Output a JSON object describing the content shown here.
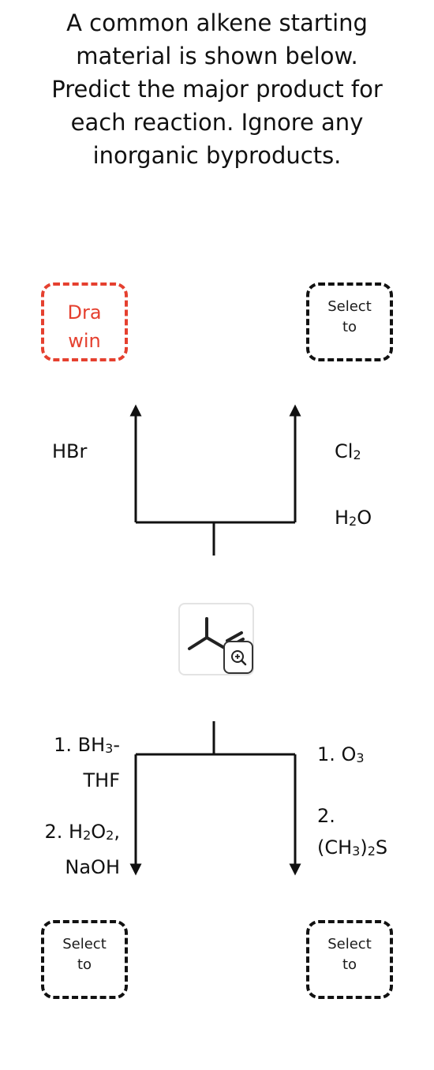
{
  "prompt": {
    "line1": "A common alkene starting",
    "line2": "material is shown below.",
    "line3": "Predict the major product for",
    "line4": "each reaction. Ignore any",
    "line5": "inorganic byproducts."
  },
  "drop_targets": {
    "top_left": "Drawing",
    "top_right": "Select to",
    "bottom_left": "Select to",
    "bottom_right": "Select to"
  },
  "reagents": {
    "hbr": "HBr",
    "cl2": {
      "a": "Cl",
      "b": "2"
    },
    "h2o": {
      "a": "H",
      "b": "2",
      "c": "O"
    },
    "bh3_thf": {
      "a": "1. BH",
      "b": "3",
      "c": "-",
      "d": "THF"
    },
    "h2o2_naoh": {
      "a": "2. H",
      "b": "2",
      "c": "O",
      "d": "2",
      "e": ",",
      "f": "NaOH"
    },
    "o3": {
      "a": "1. O",
      "b": "3"
    },
    "me2s": {
      "a": "2.",
      "b": "(CH",
      "c": "3",
      "d": ")",
      "e": "2",
      "f": "S"
    }
  },
  "colors": {
    "error_red": "#e5402f",
    "ink": "#111111",
    "card_border": "#e3e3e3"
  },
  "icons": {
    "molecule": "alkene-skeletal-structure",
    "zoom": "magnifier-plus-icon",
    "arrows": "reaction-arrow"
  }
}
